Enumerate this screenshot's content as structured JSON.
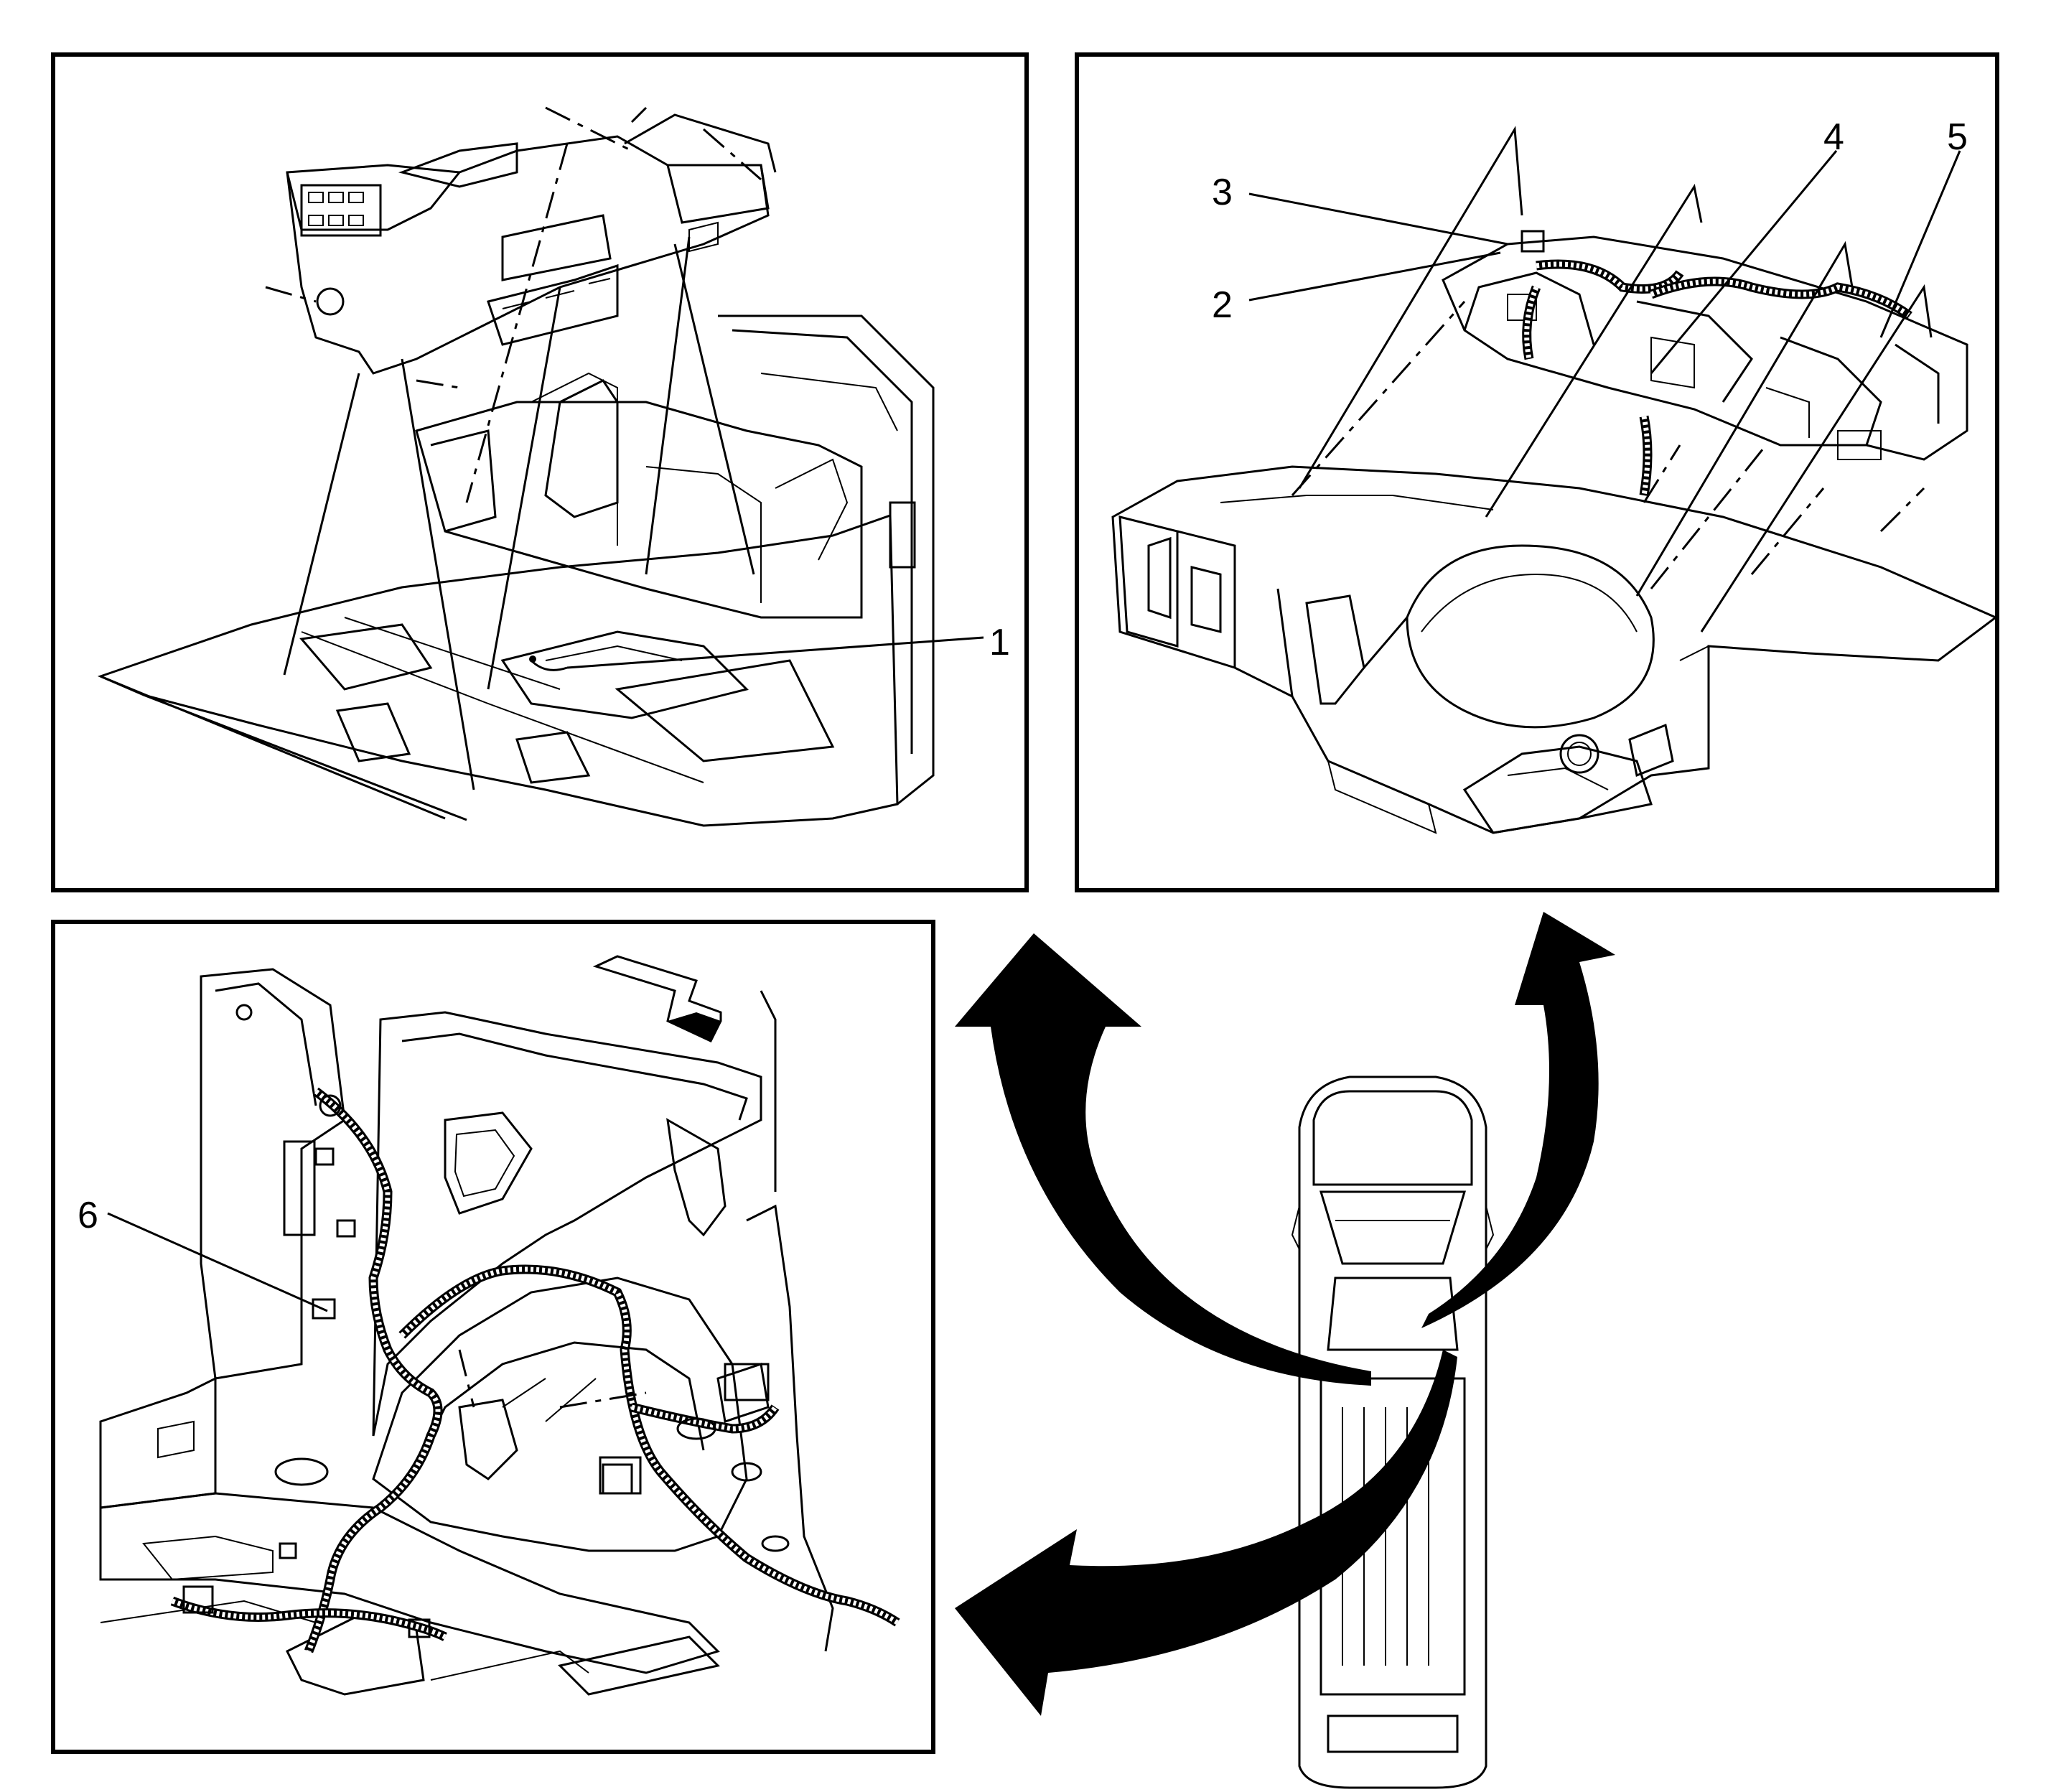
{
  "figure": {
    "panels": [
      {
        "id": "console-floor",
        "callouts": [
          "1"
        ]
      },
      {
        "id": "instrument-panel",
        "callouts": [
          "3",
          "2",
          "4",
          "5"
        ]
      },
      {
        "id": "rear-quarter",
        "callouts": [
          "6"
        ]
      }
    ],
    "locator": {
      "vehicle": "vehicle-top-view-icon",
      "arrows": 3
    }
  }
}
